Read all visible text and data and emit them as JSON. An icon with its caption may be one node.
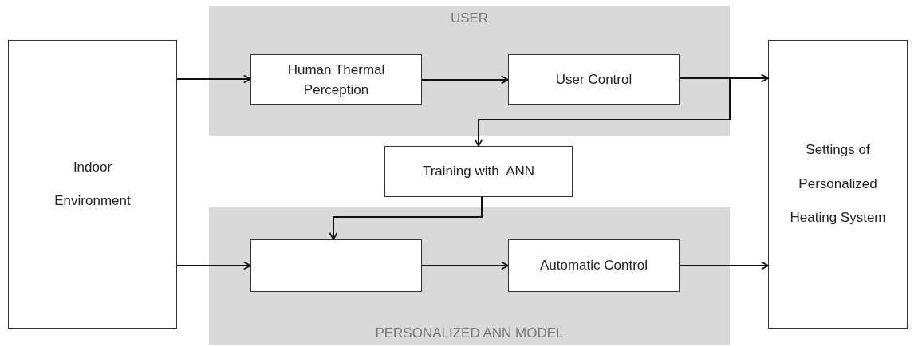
{
  "diagram": {
    "nodes": [
      {
        "text": [
          "Indoor Environment"
        ]
      },
      {
        "text": [
          "USER"
        ]
      },
      {
        "text": [
          "Human Thermal Perception"
        ],
        "in": 1
      },
      {
        "text": [
          "User Control"
        ],
        "in": 1
      },
      {
        "text": [
          "Settings of Personalized Heating System"
        ]
      },
      {
        "text": [
          "Training with  ANN"
        ]
      },
      {
        "text": [
          "PERSONALIZED ANN MODEL"
        ]
      },
      {
        "text": [],
        "shape": "box",
        "in": 6
      },
      {
        "text": [
          "Automatic Control"
        ],
        "in": 6
      }
    ],
    "edges": [
      {
        "from": 0,
        "to": 2,
        "arrow": "to"
      },
      {
        "from": 2,
        "to": 3,
        "arrow": "to"
      },
      {
        "from": 3,
        "to": 4,
        "arrow": "to"
      },
      {
        "from": 3,
        "to": 5,
        "arrow": "to"
      },
      {
        "from": 5,
        "to": 7,
        "arrow": "to"
      },
      {
        "from": 0,
        "to": 7,
        "arrow": "to"
      },
      {
        "from": 7,
        "to": 8,
        "arrow": "to"
      },
      {
        "from": 8,
        "to": 4,
        "arrow": "to"
      }
    ]
  }
}
